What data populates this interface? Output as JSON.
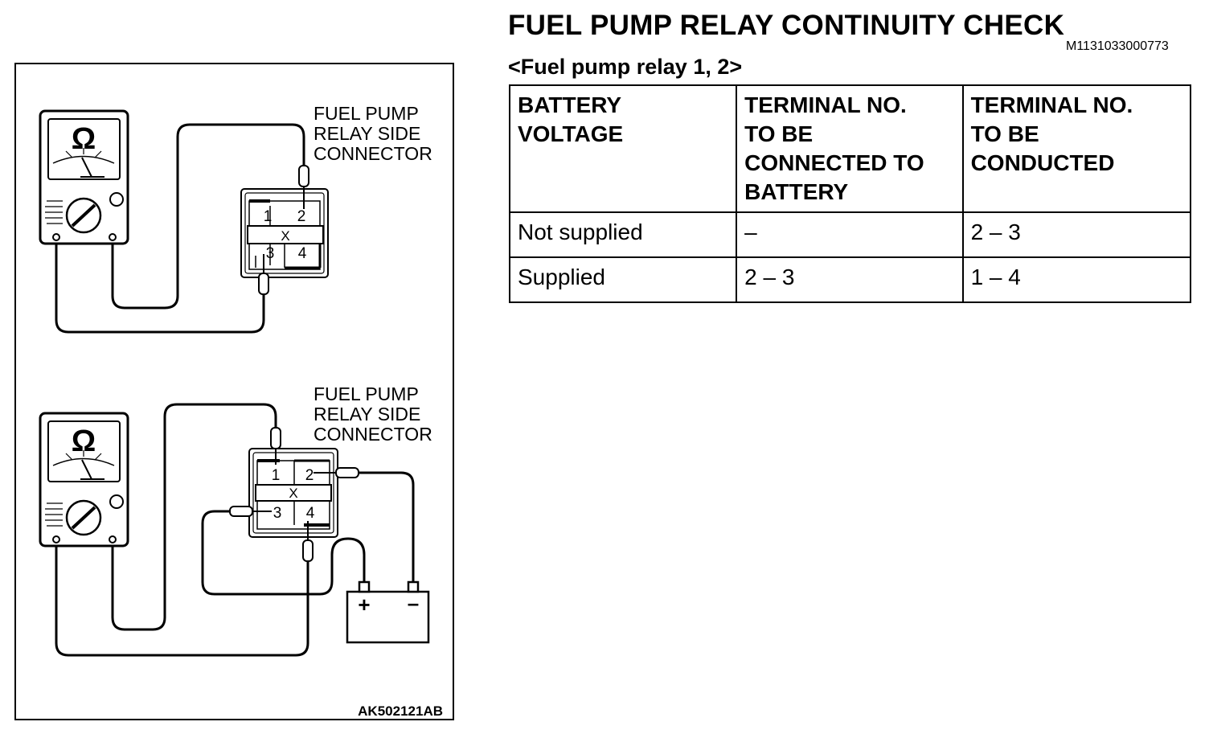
{
  "header": {
    "title": "FUEL PUMP RELAY CONTINUITY CHECK",
    "doc_id": "M1131033000773",
    "subtitle": "<Fuel pump relay 1, 2>"
  },
  "table": {
    "headers": [
      [
        "BATTERY",
        "VOLTAGE"
      ],
      [
        "TERMINAL NO.",
        "TO BE",
        "CONNECTED TO",
        "BATTERY"
      ],
      [
        "TERMINAL NO.",
        "TO BE",
        "CONDUCTED"
      ]
    ],
    "rows": [
      [
        "Not supplied",
        "–",
        "2 – 3"
      ],
      [
        "Supplied",
        "2 – 3",
        "1 – 4"
      ]
    ]
  },
  "figure": {
    "top_label": [
      "FUEL PUMP",
      "RELAY SIDE",
      "CONNECTOR"
    ],
    "bottom_label": [
      "FUEL PUMP",
      "RELAY SIDE",
      "CONNECTOR"
    ],
    "meter_symbol": "Ω",
    "terminals": [
      "1",
      "2",
      "3",
      "4"
    ],
    "relay_mark": "X",
    "battery_plus": "+",
    "battery_minus": "–",
    "figure_code": "AK502121AB",
    "icons": [
      "ohmmeter-icon",
      "battery-icon",
      "probe-icon",
      "connector-icon"
    ]
  }
}
